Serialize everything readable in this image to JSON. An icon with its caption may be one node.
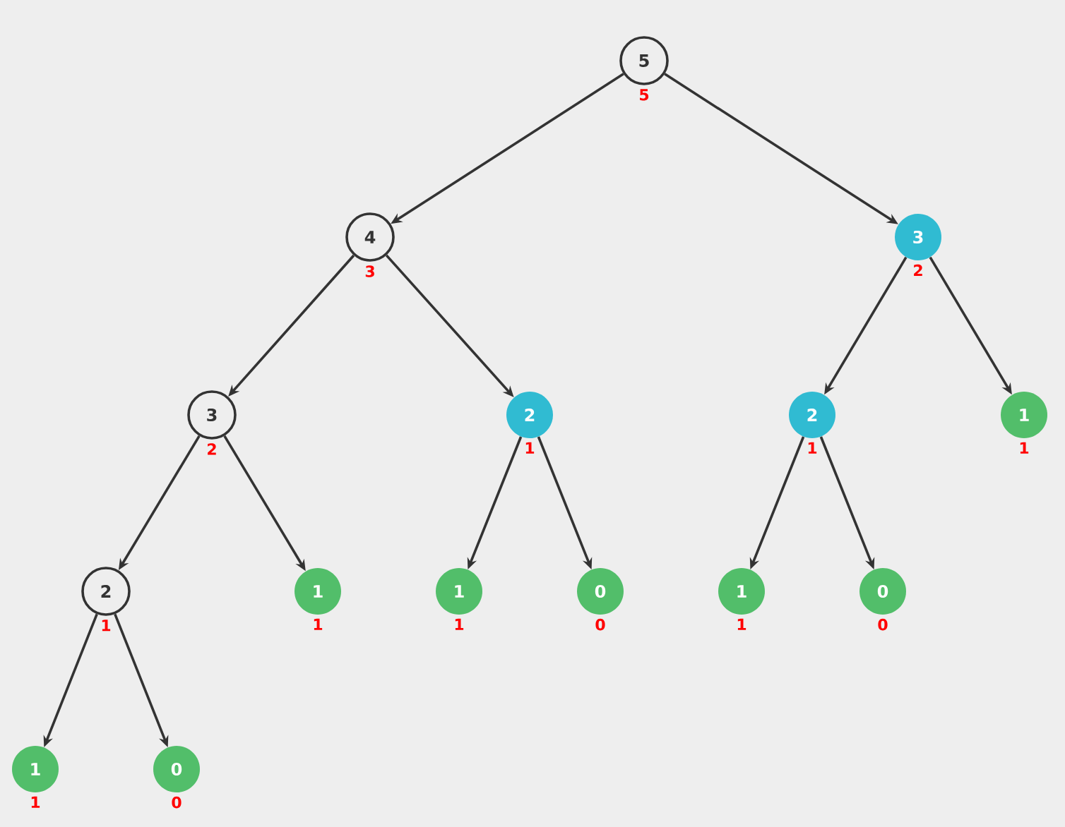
{
  "diagram": {
    "nodes": [
      {
        "text": [
          "5"
        ],
        "beside": [
          "5"
        ]
      },
      {
        "text": [
          "4"
        ],
        "beside": [
          "3"
        ]
      },
      {
        "text": [
          "3"
        ],
        "beside": [
          "2"
        ]
      },
      {
        "text": [
          "3"
        ],
        "beside": [
          "2"
        ]
      },
      {
        "text": [
          "2"
        ],
        "beside": [
          "1"
        ]
      },
      {
        "text": [
          "2"
        ],
        "beside": [
          "1"
        ]
      },
      {
        "text": [
          "1"
        ],
        "beside": [
          "1"
        ]
      },
      {
        "text": [
          "2"
        ],
        "beside": [
          "1"
        ]
      },
      {
        "text": [
          "1"
        ],
        "beside": [
          "1"
        ]
      },
      {
        "text": [
          "1"
        ],
        "beside": [
          "1"
        ]
      },
      {
        "text": [
          "0"
        ],
        "beside": [
          "0"
        ]
      },
      {
        "text": [
          "1"
        ],
        "beside": [
          "1"
        ]
      },
      {
        "text": [
          "0"
        ],
        "beside": [
          "0"
        ]
      },
      {
        "text": [
          "1"
        ],
        "beside": [
          "1"
        ]
      },
      {
        "text": [
          "0"
        ],
        "beside": [
          "0"
        ]
      }
    ],
    "edges": [
      {
        "from": 0,
        "to": 1,
        "arrow": "to"
      },
      {
        "from": 0,
        "to": 2,
        "arrow": "to"
      },
      {
        "from": 1,
        "to": 3,
        "arrow": "to"
      },
      {
        "from": 1,
        "to": 4,
        "arrow": "to"
      },
      {
        "from": 2,
        "to": 5,
        "arrow": "to"
      },
      {
        "from": 2,
        "to": 6,
        "arrow": "to"
      },
      {
        "from": 3,
        "to": 7,
        "arrow": "to"
      },
      {
        "from": 3,
        "to": 8,
        "arrow": "to"
      },
      {
        "from": 4,
        "to": 9,
        "arrow": "to"
      },
      {
        "from": 4,
        "to": 10,
        "arrow": "to"
      },
      {
        "from": 5,
        "to": 11,
        "arrow": "to"
      },
      {
        "from": 5,
        "to": 12,
        "arrow": "to"
      },
      {
        "from": 7,
        "to": 13,
        "arrow": "to"
      },
      {
        "from": 7,
        "to": 14,
        "arrow": "to"
      }
    ]
  }
}
